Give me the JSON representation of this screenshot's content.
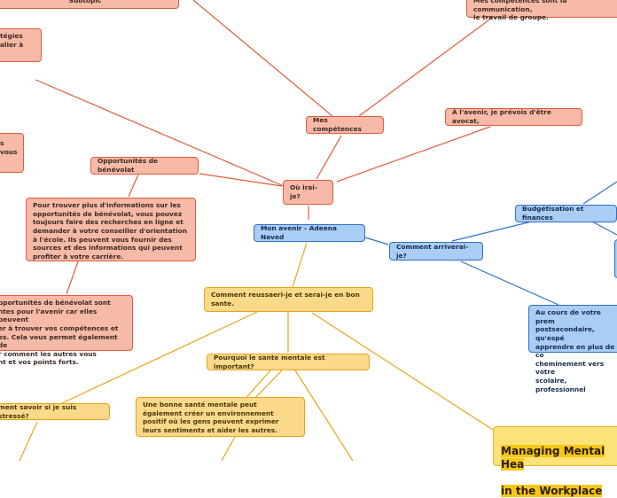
{
  "nodes": {
    "subtopic": "Subtopic",
    "strategies": "tégies\nalier à",
    "competences_comm": "Mes compétences sont la communication,\nle travail de groupe.",
    "mes_competences": "Mes compétences",
    "avenir_avocat": "À l'avenir, je prévois d'être avocat,",
    "left_fragment": "s\nvous",
    "opportunites": "Opportunités de bénévolat",
    "ou_irai": "Où irai-\nje?",
    "trouver_info": "Pour trouver plus d'informations sur les opportunités de bénévolat, vous pouvez toujours faire des recherches en ligne et demander à votre conseiller d'orientation à l'école. Ils peuvent vous fournir des sources et des informations qui peuvent profiter à votre carrière.",
    "budgetisation": "Budgétisation et finances",
    "mon_avenir": "Mon avenir - Adeena Naved",
    "comment_arriver": "Comment arriverai-je?",
    "opportunites_sont": "pportunités de bénévolat sont\nntes pour l'avenir car elles peuvent\ner à trouver vos compétences et\nes. Cela vous permet également de\nr comment les autres vous\nnt et vos points forts.",
    "comment_reussir": "Comment reussaeri-je et serai-je en bon\nsante.",
    "au_cours": "Au cours de votre prem\npostsecondaire, qu'espé\napprendre en plus de co\ncheminement vers votre\nscolaire, professionnel",
    "pourquoi_sante": "Pourquoi le sante mentale est important?",
    "comment_savoir": "ment savoir si je suis stressé?",
    "bonne_sante": "Une bonne santé mentale peut également créer un environnement positif où les gens peuvent exprimer leurs sentiments et aider les autres.",
    "managing_line1": "Managing Mental Hea",
    "managing_line2": "in the Workplace"
  },
  "colors": {
    "red_fill": "#f7b9a8",
    "red_stroke": "#e35a3c",
    "blue_fill": "#a9cdf5",
    "blue_stroke": "#2f6fc9",
    "yellow_fill": "#fbd98a",
    "yellow_stroke": "#e8a417"
  }
}
